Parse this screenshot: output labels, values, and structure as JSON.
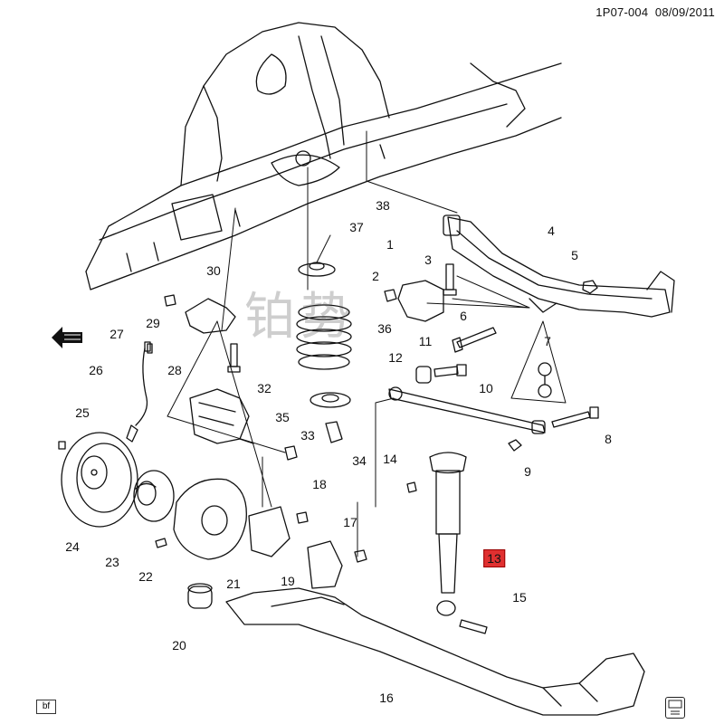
{
  "header": {
    "code": "1P07-004",
    "date": "08/09/2011"
  },
  "badge": "bf",
  "watermark": "铂势",
  "highlight": {
    "label": "13",
    "color": "#e03030"
  },
  "labels": {
    "l1": "1",
    "l2": "2",
    "l3": "3",
    "l4": "4",
    "l5": "5",
    "l6": "6",
    "l7": "7",
    "l8": "8",
    "l9": "9",
    "l10": "10",
    "l11": "11",
    "l12": "12",
    "l14": "14",
    "l15": "15",
    "l16": "16",
    "l17": "17",
    "l18": "18",
    "l19": "19",
    "l20": "20",
    "l21": "21",
    "l22": "22",
    "l23": "23",
    "l24": "24",
    "l25": "25",
    "l26": "26",
    "l27": "27",
    "l28": "28",
    "l29": "29",
    "l30": "30",
    "l32": "32",
    "l33": "33",
    "l34": "34",
    "l35": "35",
    "l36": "36",
    "l37": "37",
    "l38": "38"
  },
  "icons": {
    "zoom": "zoom-icon",
    "arrow": "front-arrow-icon"
  }
}
